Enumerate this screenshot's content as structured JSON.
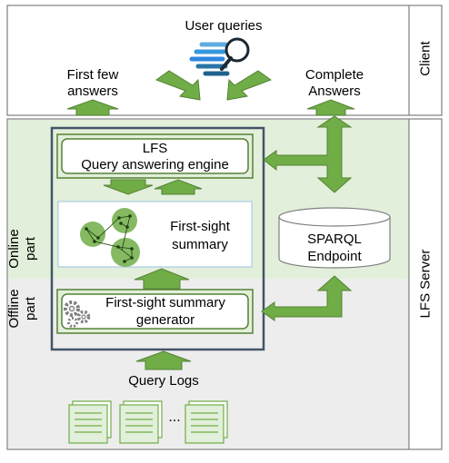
{
  "client": {
    "label": "Client",
    "user_queries": "User queries",
    "first_few_answers_line1": "First few",
    "first_few_answers_line2": "answers",
    "complete_answers_line1": "Complete",
    "complete_answers_line2": "Answers"
  },
  "server": {
    "label": "LFS Server",
    "online_line1": "Online",
    "online_line2": "part",
    "offline_line1": "Offline",
    "offline_line2": "part"
  },
  "engine": {
    "line1": "LFS",
    "line2": "Query answering engine"
  },
  "summary": {
    "line1": "First-sight",
    "line2": "summary"
  },
  "generator": {
    "line1": "First-sight summary",
    "line2": "generator"
  },
  "sparql": {
    "line1": "SPARQL",
    "line2": "Endpoint"
  },
  "query_logs": {
    "label": "Query Logs",
    "ellipsis": "..."
  },
  "colors": {
    "arrow_fill": "#70ad47",
    "arrow_stroke": "#548235",
    "online_bg": "#e2efda",
    "offline_bg": "#ededed",
    "engine_border": "#548235",
    "core_border": "#44546a",
    "magnifier_blue": "#2e86de"
  }
}
